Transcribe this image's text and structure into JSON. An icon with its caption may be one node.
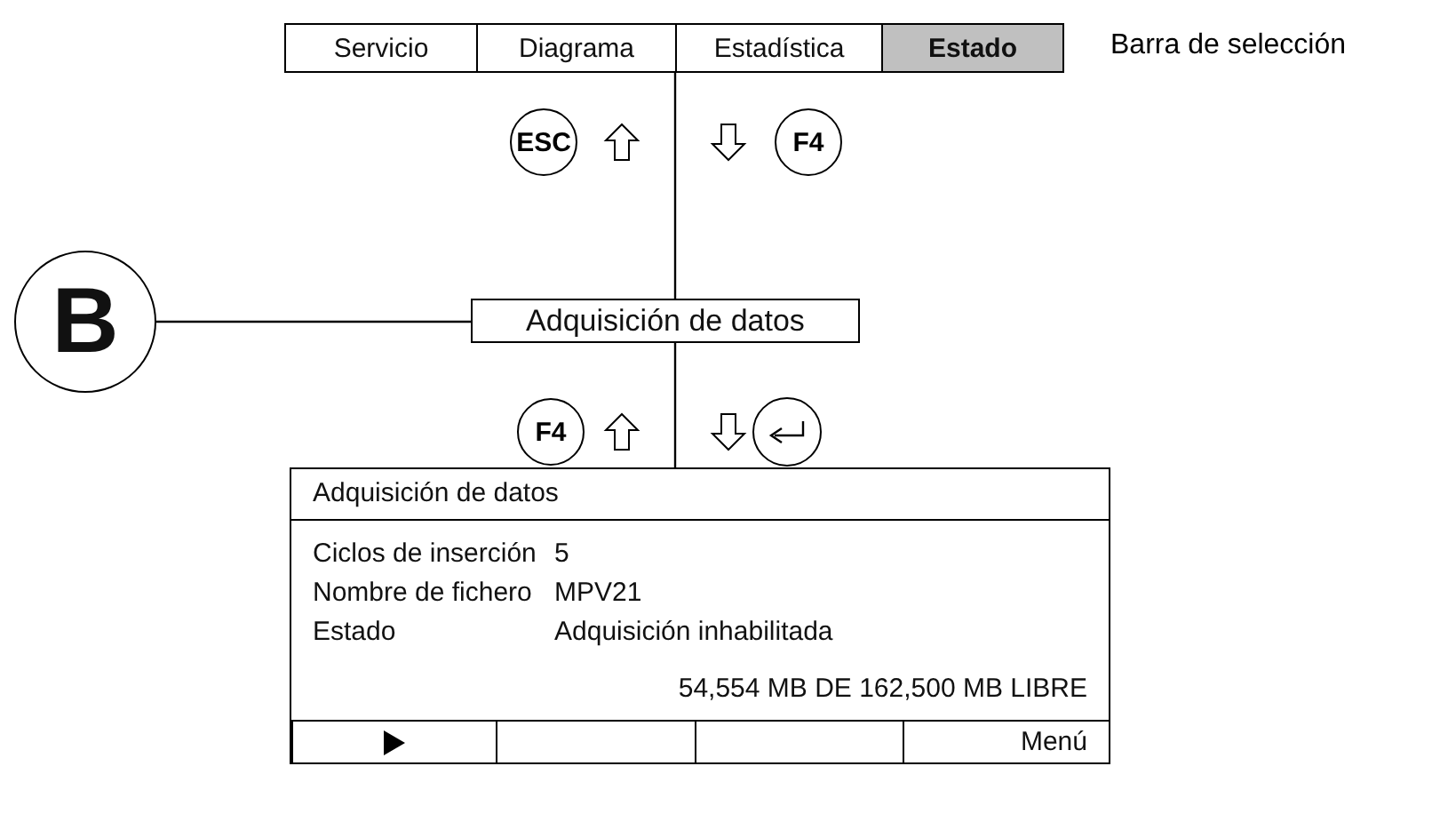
{
  "diagram": {
    "nodes": [
      {
        "text": [
          "Servicio"
        ]
      },
      {
        "text": [
          "Diagrama"
        ]
      },
      {
        "text": [
          "Estadística"
        ]
      },
      {
        "text": [
          "Estado"
        ]
      },
      {
        "text": [
          "B"
        ]
      },
      {
        "text": [
          "Adquisición de datos"
        ]
      },
      {
        "text": [
          "Adquisición de datos",
          "Ciclos de inserción",
          "5",
          "Nombre de fichero",
          "MPV21",
          "Estado",
          "Adquisición inhabilitada",
          "54,554 MB DE 162,500 MB LIBRE"
        ]
      },
      {
        "text": [],
        "shape": "box",
        "in": 6
      },
      {
        "text": [],
        "shape": "box",
        "in": 6
      },
      {
        "text": [],
        "shape": "box",
        "in": 6
      },
      {
        "text": [
          "Menú"
        ],
        "in": 6
      }
    ],
    "edges": [
      {
        "from": 2,
        "to": 5,
        "arrow": "none"
      },
      {
        "from": 5,
        "to": 6,
        "arrow": "none"
      },
      {
        "from": 4,
        "to": 5,
        "arrow": "none"
      }
    ],
    "labels": [
      "Barra de selección",
      "ESC",
      "F4",
      "F4"
    ]
  }
}
